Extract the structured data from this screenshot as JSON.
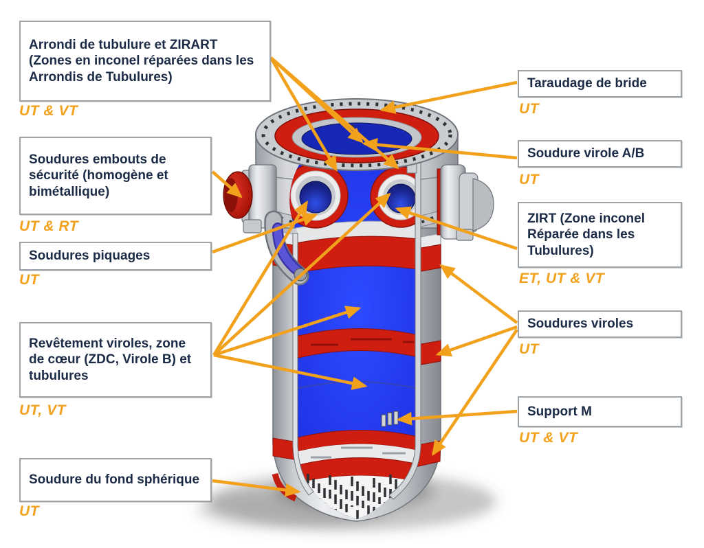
{
  "labels": {
    "left": [
      {
        "text": "Arrondi de tubulure et ZIRART (Zones en inconel réparées dans les Arrondis de Tubulures)",
        "methods": "UT & VT"
      },
      {
        "text": "Soudures embouts de sécurité (homogène et bimétallique)",
        "methods": "UT & RT"
      },
      {
        "text": "Soudures piquages",
        "methods": "UT"
      },
      {
        "text": "Revêtement viroles, zone de cœur (ZDC, Virole B) et tubulures",
        "methods": "UT, VT"
      },
      {
        "text": "Soudure du fond sphérique",
        "methods": "UT"
      }
    ],
    "right": [
      {
        "text": "Taraudage de bride",
        "methods": "UT"
      },
      {
        "text": "Soudure virole A/B",
        "methods": "UT"
      },
      {
        "text": "ZIRT (Zone inconel Réparée dans les Tubulures)",
        "methods": "ET, UT & VT"
      },
      {
        "text": "Soudures viroles",
        "methods": "UT"
      },
      {
        "text": "Support M",
        "methods": "UT & VT"
      }
    ]
  },
  "colors": {
    "accent_orange": "#F2A11C",
    "weld_red": "#CF1D10",
    "cladding_blue": "#1C33E8",
    "steel_gray": "#C8CBCF",
    "label_text_navy": "#1B2A45",
    "box_border_gray": "#9EA3A8"
  }
}
